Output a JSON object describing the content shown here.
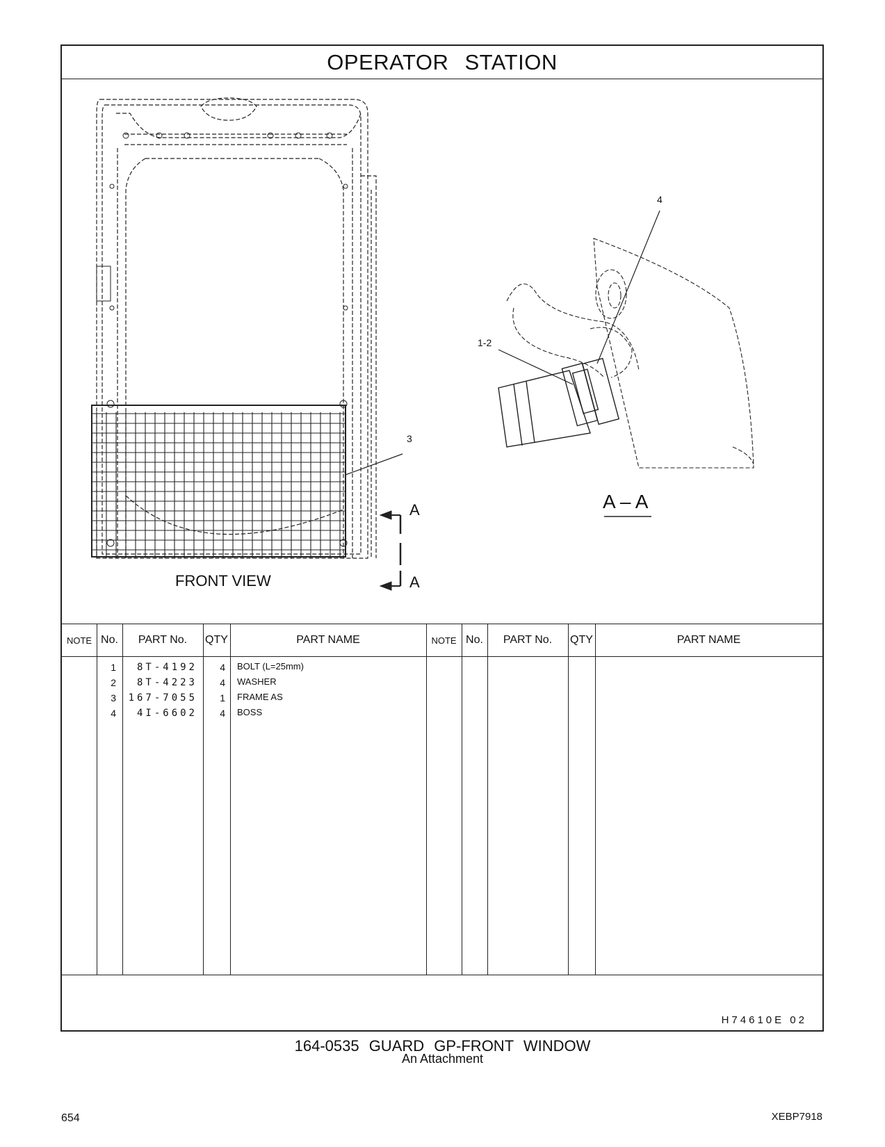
{
  "header": {
    "title": "OPERATOR   STATION"
  },
  "drawing": {
    "front_view_label": "FRONT VIEW",
    "section_label": "A – A",
    "section_arrow_letter_top": "A",
    "section_arrow_letter_bottom": "A",
    "callouts": {
      "c4": "4",
      "c12": "1-2",
      "c3": "3"
    }
  },
  "table": {
    "headers": {
      "note": "NOTE",
      "no": "No.",
      "part_no": "PART No.",
      "qty": "QTY",
      "part_name": "PART NAME"
    },
    "rows": [
      {
        "no": "1",
        "part_no": "8T-4192",
        "qty": "4",
        "name": "BOLT (L=25mm)"
      },
      {
        "no": "2",
        "part_no": "8T-4223",
        "qty": "4",
        "name": "WASHER"
      },
      {
        "no": "3",
        "part_no": "167-7055",
        "qty": "1",
        "name": "FRAME  AS"
      },
      {
        "no": "4",
        "part_no": "4I-6602",
        "qty": "4",
        "name": "BOSS"
      }
    ]
  },
  "reference_code": "H74610E   02",
  "footer": {
    "title": "164-0535   GUARD  GP-FRONT  WINDOW",
    "subtitle": "An Attachment",
    "page_number": "654",
    "document_id": "XEBP7918"
  }
}
